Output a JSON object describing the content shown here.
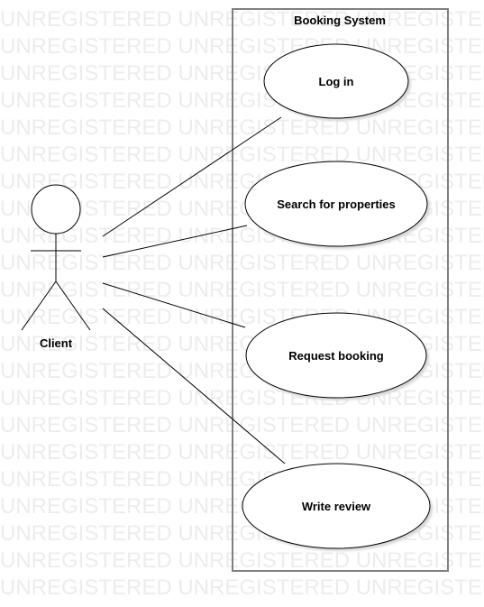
{
  "watermark": {
    "line": "UNREGISTERED UNREGISTERED UNREGISTERED"
  },
  "diagram": {
    "type": "use-case",
    "system_boundary": {
      "title": "Booking System"
    },
    "actor": {
      "name": "Client"
    },
    "use_cases": [
      {
        "label": "Log in"
      },
      {
        "label": "Search for properties"
      },
      {
        "label": "Request booking"
      },
      {
        "label": "Write review"
      }
    ]
  },
  "colors": {
    "boundary_stroke": "#808080",
    "ellipse_shadow": "#d7d7d7",
    "line": "#000000",
    "watermark": "#ececec"
  }
}
